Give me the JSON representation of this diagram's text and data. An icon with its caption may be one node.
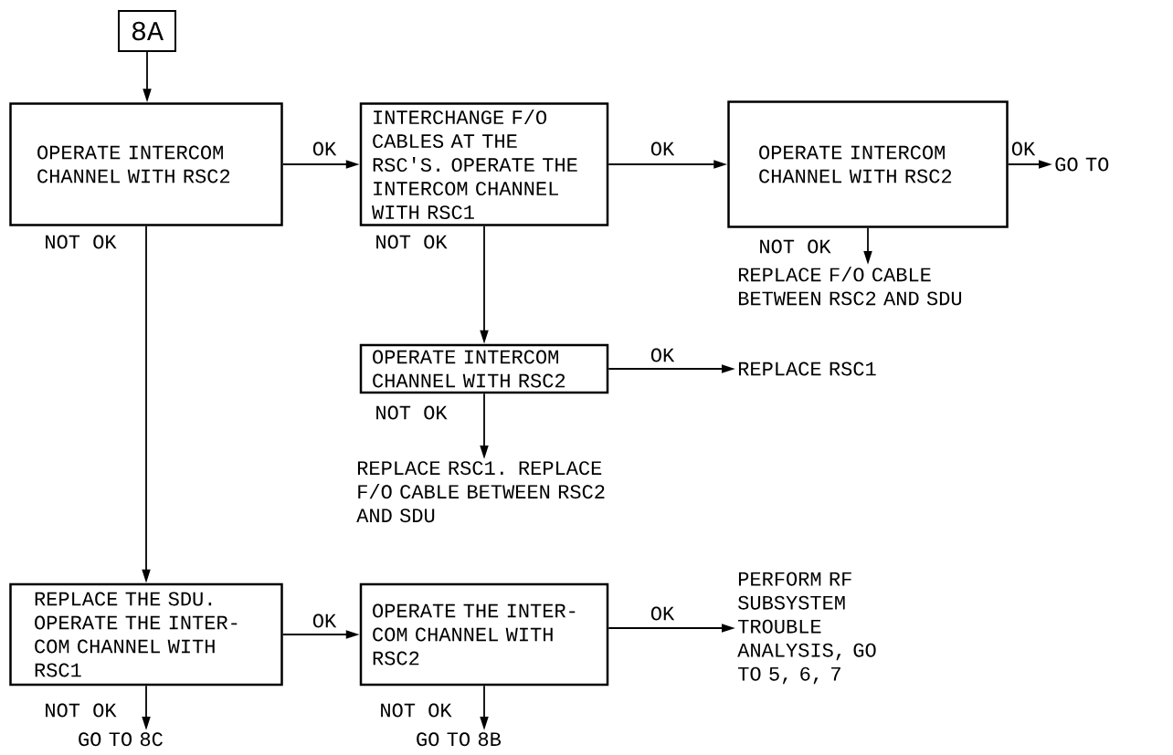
{
  "diagram": {
    "nodes": [
      {
        "text": [
          "8A"
        ]
      },
      {
        "text": [
          "OPERATE INTERCOM CHANNEL WITH RSC2"
        ]
      },
      {
        "text": [
          "INTERCHANGE F/O CABLES AT THE RSC'S. OPERATE THE INTERCOM CHANNEL WITH RSC1"
        ]
      },
      {
        "text": [
          "OPERATE INTERCOM CHANNEL WITH RSC2"
        ]
      },
      {
        "text": [
          "GO TO"
        ]
      },
      {
        "text": [
          "REPLACE F/O CABLE BETWEEN RSC2 AND SDU"
        ]
      },
      {
        "text": [
          "OPERATE INTERCOM CHANNEL WITH RSC2"
        ]
      },
      {
        "text": [
          "REPLACE RSC1"
        ]
      },
      {
        "text": [
          "REPLACE RSC1. REPLACE F/O CABLE BETWEEN RSC2 AND SDU"
        ]
      },
      {
        "text": [
          "REPLACE THE SDU. OPERATE THE INTER- COM CHANNEL WITH RSC1"
        ]
      },
      {
        "text": [
          "OPERATE THE INTER- COM CHANNEL WITH RSC2"
        ]
      },
      {
        "text": [
          "PERFORM RF SUBSYSTEM TROUBLE ANALYSIS, GO TO 5, 6, 7"
        ]
      },
      {
        "text": [
          "GO TO 8C"
        ]
      },
      {
        "text": [
          "GO TO 8B"
        ]
      }
    ],
    "edges": [
      {
        "from": 0,
        "to": 1,
        "arrow": "to"
      },
      {
        "from": 1,
        "to": 2,
        "arrow": "to",
        "label": "OK"
      },
      {
        "from": 2,
        "to": 3,
        "arrow": "to",
        "label": "OK"
      },
      {
        "from": 3,
        "to": 4,
        "arrow": "to",
        "label": "OK"
      },
      {
        "from": 3,
        "to": 5,
        "arrow": "to",
        "label": "NOT OK"
      },
      {
        "from": 2,
        "to": 6,
        "arrow": "to",
        "label": "NOT OK"
      },
      {
        "from": 6,
        "to": 7,
        "arrow": "to",
        "label": "OK"
      },
      {
        "from": 6,
        "to": 8,
        "arrow": "to",
        "label": "NOT OK"
      },
      {
        "from": 1,
        "to": 9,
        "arrow": "to",
        "label": "NOT OK"
      },
      {
        "from": 9,
        "to": 10,
        "arrow": "to",
        "label": "OK"
      },
      {
        "from": 10,
        "to": 11,
        "arrow": "to",
        "label": "OK"
      },
      {
        "from": 9,
        "to": 12,
        "arrow": "to",
        "label": "NOT OK"
      },
      {
        "from": 10,
        "to": 13,
        "arrow": "to",
        "label": "NOT OK"
      }
    ]
  }
}
